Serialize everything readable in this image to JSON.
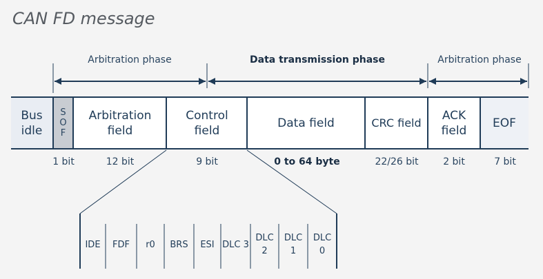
{
  "title": "CAN FD message",
  "phases": {
    "left": "Arbitration phase",
    "middle": "Data transmission phase",
    "right": "Arbitration phase"
  },
  "fields": {
    "bus_idle": "Bus idle",
    "sof": "S O F",
    "arbitration": "Arbitration field",
    "control": "Control field",
    "data": "Data field",
    "crc": "CRC field",
    "ack": "ACK field",
    "eof": "EOF"
  },
  "sizes": {
    "sof": "1 bit",
    "arbitration": "12 bit",
    "control": "9 bit",
    "data": "0 to 64 byte",
    "crc": "22/26 bit",
    "ack": "2 bit",
    "eof": "7 bit"
  },
  "control_bits": {
    "ide": "IDE",
    "fdf": "FDF",
    "r0": "r0",
    "brs": "BRS",
    "esi": "ESI",
    "dlc3": "DLC 3",
    "dlc2": "DLC 2",
    "dlc1": "DLC 1",
    "dlc0": "DLC 0"
  },
  "colors": {
    "line": "#1f3b57",
    "sof_fill": "#c8ccd2",
    "idle_fill": "#e9edf3",
    "box_fill": "#ffffff"
  }
}
